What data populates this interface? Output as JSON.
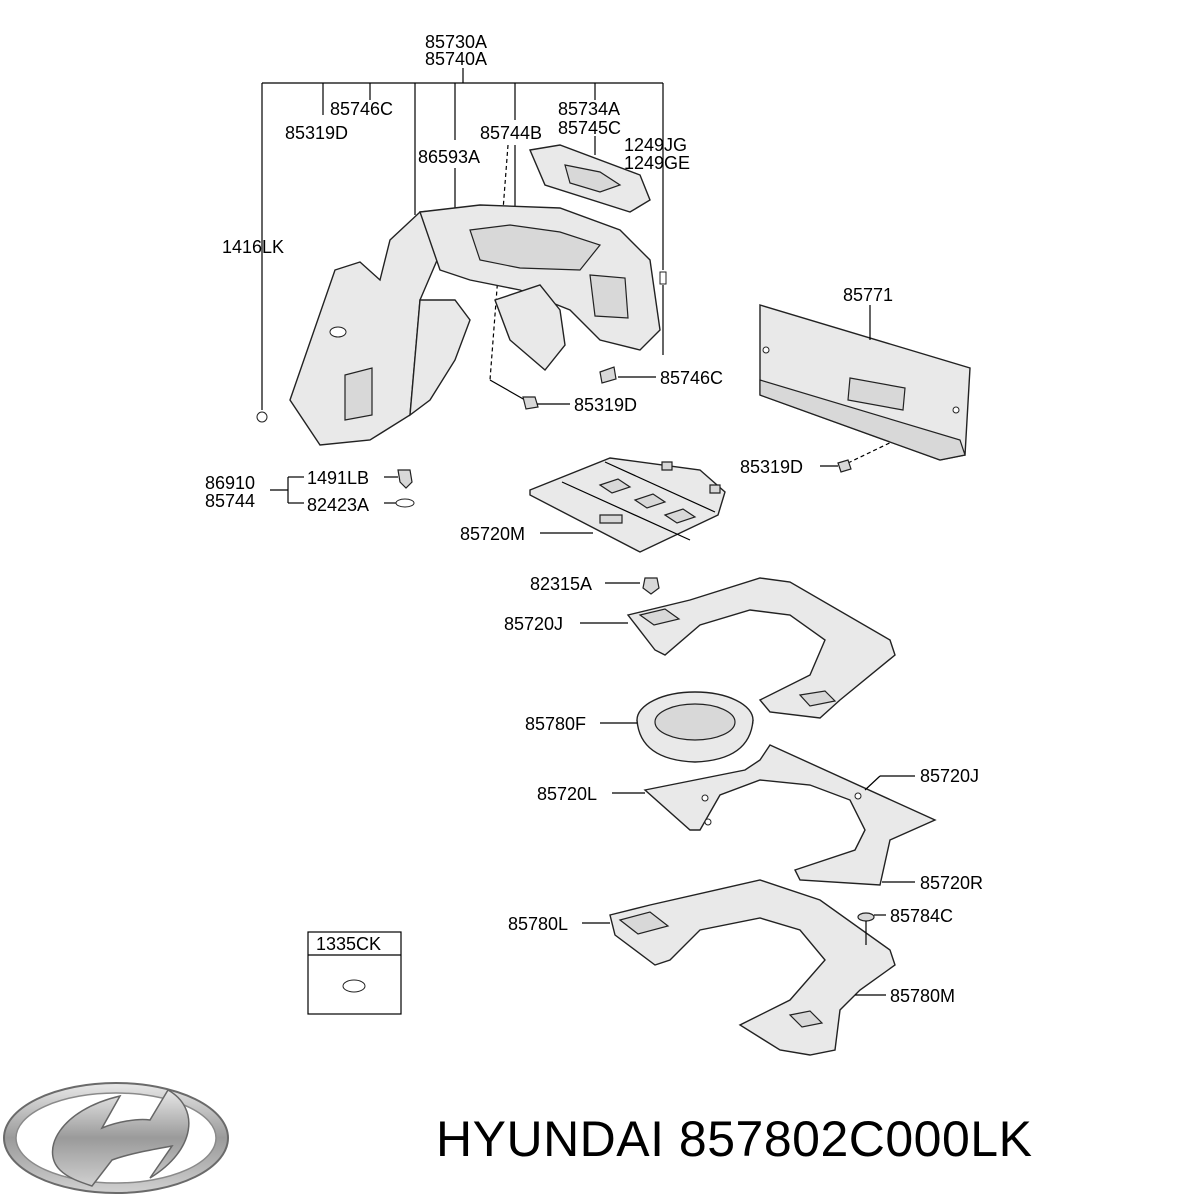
{
  "diagram": {
    "callouts": {
      "c85730A": "85730A",
      "c85740A": "85740A",
      "c85746C_top": "85746C",
      "c85319D_top": "85319D",
      "c85734A": "85734A",
      "c85745C": "85745C",
      "c85744B": "85744B",
      "c86593A": "86593A",
      "c1249JG": "1249JG",
      "c1249GE": "1249GE",
      "c1416LK": "1416LK",
      "c85771": "85771",
      "c85746C_mid": "85746C",
      "c85319D_mid": "85319D",
      "c85319D_right": "85319D",
      "c86910": "86910",
      "c85744": "85744",
      "c1491LB": "1491LB",
      "c82423A": "82423A",
      "c85720M": "85720M",
      "c82315A": "82315A",
      "c85720J_top": "85720J",
      "c85780F": "85780F",
      "c85720L": "85720L",
      "c85720J_bottom": "85720J",
      "c85720R": "85720R",
      "c85780L": "85780L",
      "c85784C": "85784C",
      "c85780M": "85780M",
      "c1335CK": "1335CK"
    }
  },
  "brand": {
    "logo_icon": "hyundai-logo",
    "text": "HYUNDAI 857802C000LK"
  }
}
